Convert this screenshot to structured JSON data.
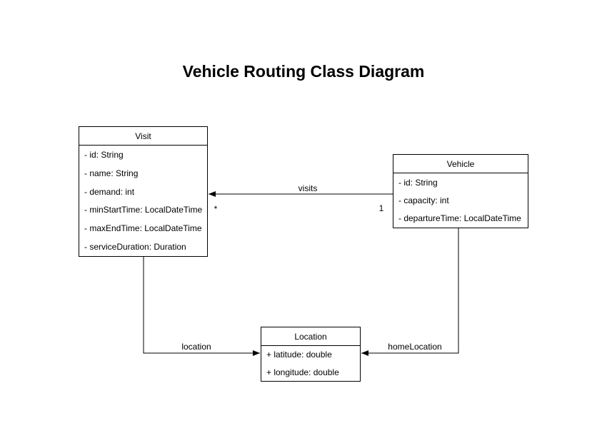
{
  "title": "Vehicle Routing Class Diagram",
  "classes": [
    {
      "name": "Visit",
      "attributes": [
        "- id: String",
        "- name: String",
        "- demand: int",
        "- minStartTime: LocalDateTime",
        "- maxEndTime: LocalDateTime",
        "- serviceDuration: Duration"
      ]
    },
    {
      "name": "Vehicle",
      "attributes": [
        "- id: String",
        "- capacity: int",
        "- departureTime: LocalDateTime"
      ]
    },
    {
      "name": "Location",
      "attributes": [
        "+ latitude: double",
        "+ longitude: double"
      ]
    }
  ],
  "edges": [
    {
      "label": "visits",
      "from": "Vehicle",
      "to": "Visit",
      "source_multiplicity": "1",
      "target_multiplicity": "*"
    },
    {
      "label": "location",
      "from": "Visit",
      "to": "Location"
    },
    {
      "label": "homeLocation",
      "from": "Vehicle",
      "to": "Location"
    }
  ],
  "colors": {
    "stroke": "#000000",
    "box_fill": "#ffffff",
    "text": "#000000",
    "background": "#ffffff"
  }
}
